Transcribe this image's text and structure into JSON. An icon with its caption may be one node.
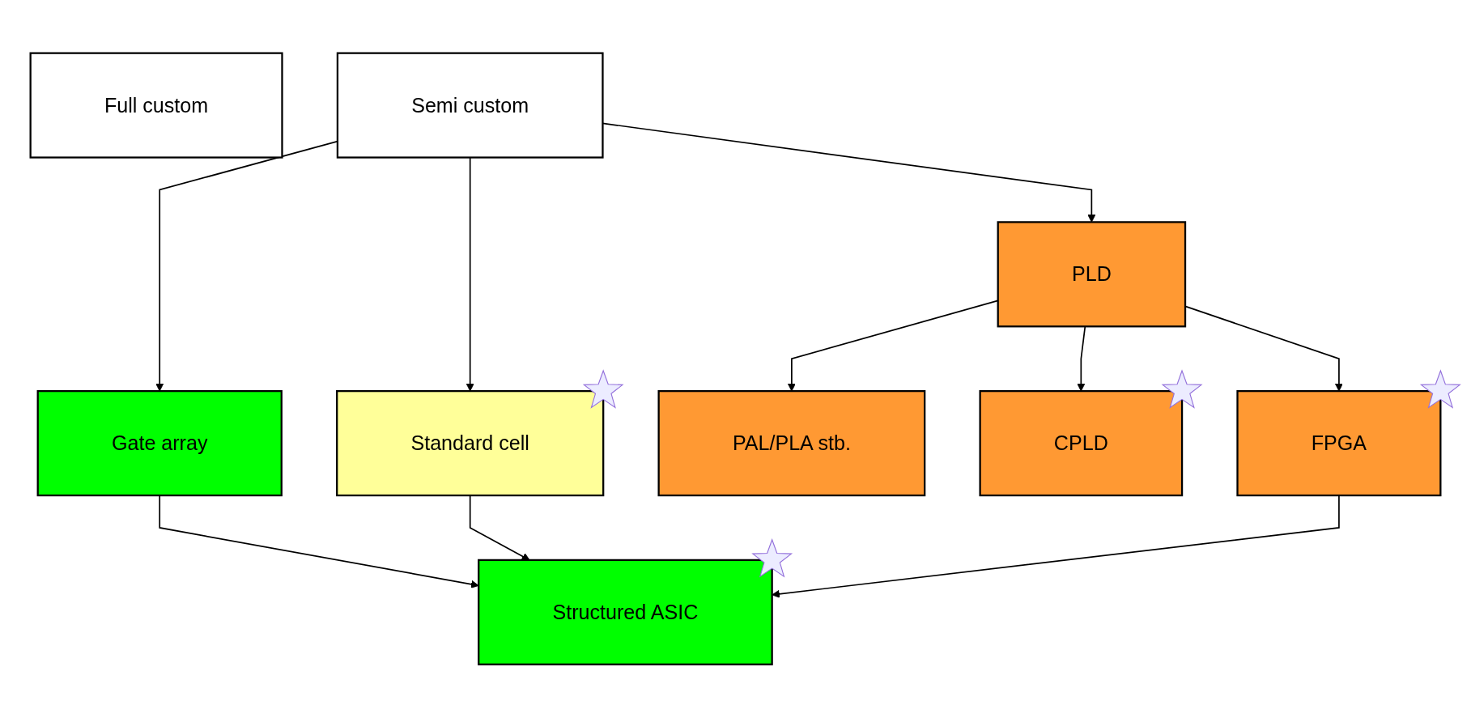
{
  "diagram": {
    "nodes": [
      {
        "text": [
          "Full custom"
        ]
      },
      {
        "text": [
          "Semi custom"
        ]
      },
      {
        "text": [
          "PLD"
        ]
      },
      {
        "text": [
          "Gate array"
        ]
      },
      {
        "text": [
          "Standard cell"
        ]
      },
      {
        "text": [
          "PAL/PLA stb."
        ]
      },
      {
        "text": [
          "CPLD"
        ]
      },
      {
        "text": [
          "FPGA"
        ]
      },
      {
        "text": [
          "Structured ASIC"
        ]
      }
    ],
    "edges": [
      {
        "from": 1,
        "to": 2,
        "arrow": "to"
      },
      {
        "from": 1,
        "to": 3,
        "arrow": "to"
      },
      {
        "from": 1,
        "to": 4,
        "arrow": "to"
      },
      {
        "from": 2,
        "to": 5,
        "arrow": "to"
      },
      {
        "from": 2,
        "to": 6,
        "arrow": "to"
      },
      {
        "from": 2,
        "to": 7,
        "arrow": "to"
      },
      {
        "from": 3,
        "to": 8,
        "arrow": "to"
      },
      {
        "from": 4,
        "to": 8,
        "arrow": "to"
      },
      {
        "from": 7,
        "to": 8,
        "arrow": "to"
      }
    ]
  }
}
